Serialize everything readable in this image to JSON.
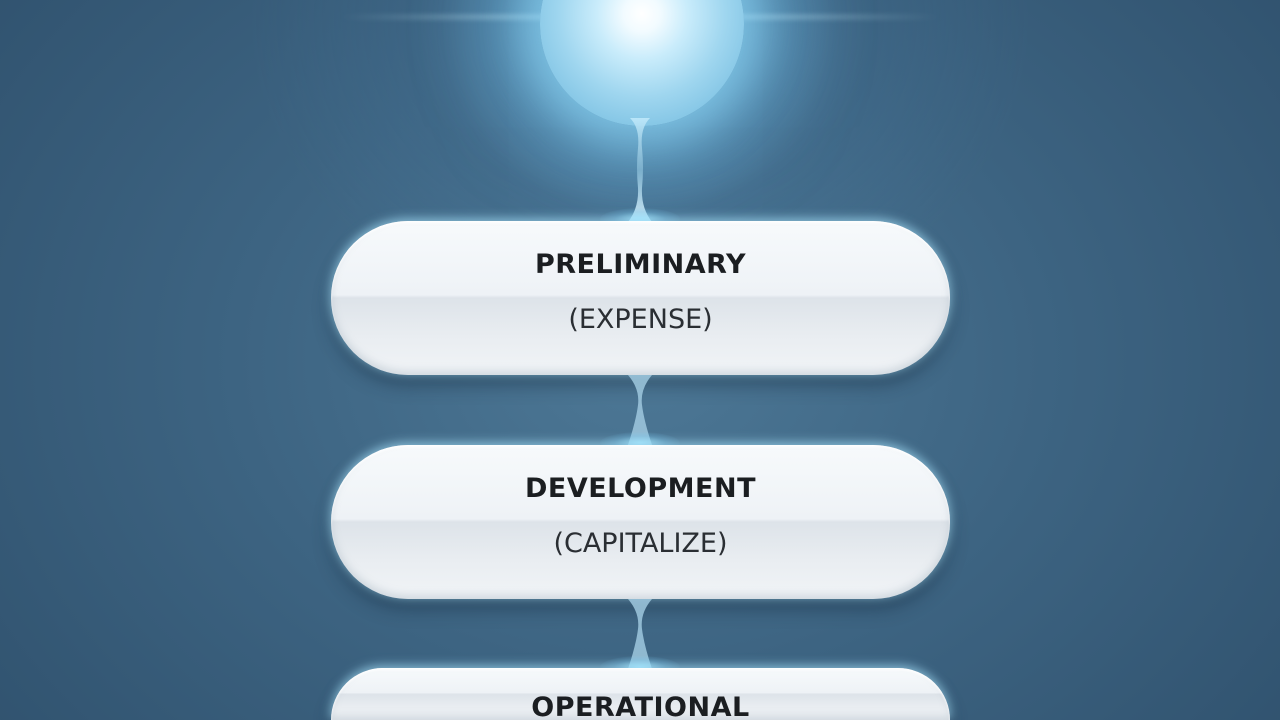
{
  "stages": [
    {
      "title": "PRELIMINARY",
      "subtitle": "(EXPENSE)"
    },
    {
      "title": "DEVELOPMENT",
      "subtitle": "(CAPITALIZE)"
    },
    {
      "title": "OPERATIONAL",
      "subtitle": ""
    }
  ],
  "colors": {
    "background": "#3d6482",
    "pill": "#eef2f6",
    "glow": "#a9ddf3",
    "text": "#1b1e21"
  }
}
